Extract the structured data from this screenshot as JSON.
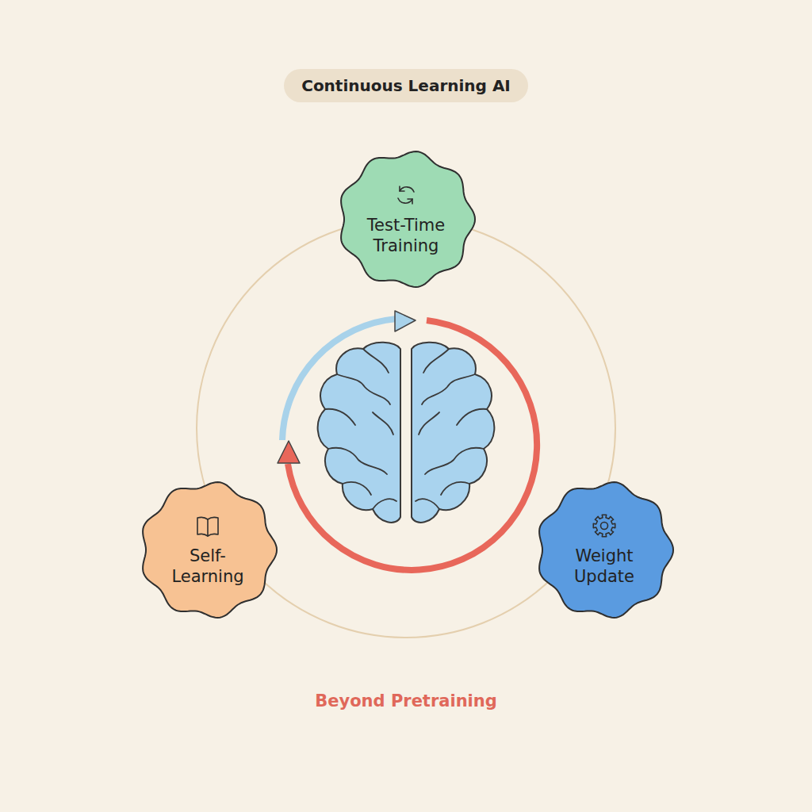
{
  "diagram": {
    "title": "Continuous Learning AI",
    "caption": "Beyond Pretraining",
    "nodes": [
      {
        "text": [
          "Test-Time Training"
        ]
      },
      {
        "text": [
          "Self- Learning"
        ]
      },
      {
        "text": [
          "Weight Update"
        ]
      }
    ]
  }
}
